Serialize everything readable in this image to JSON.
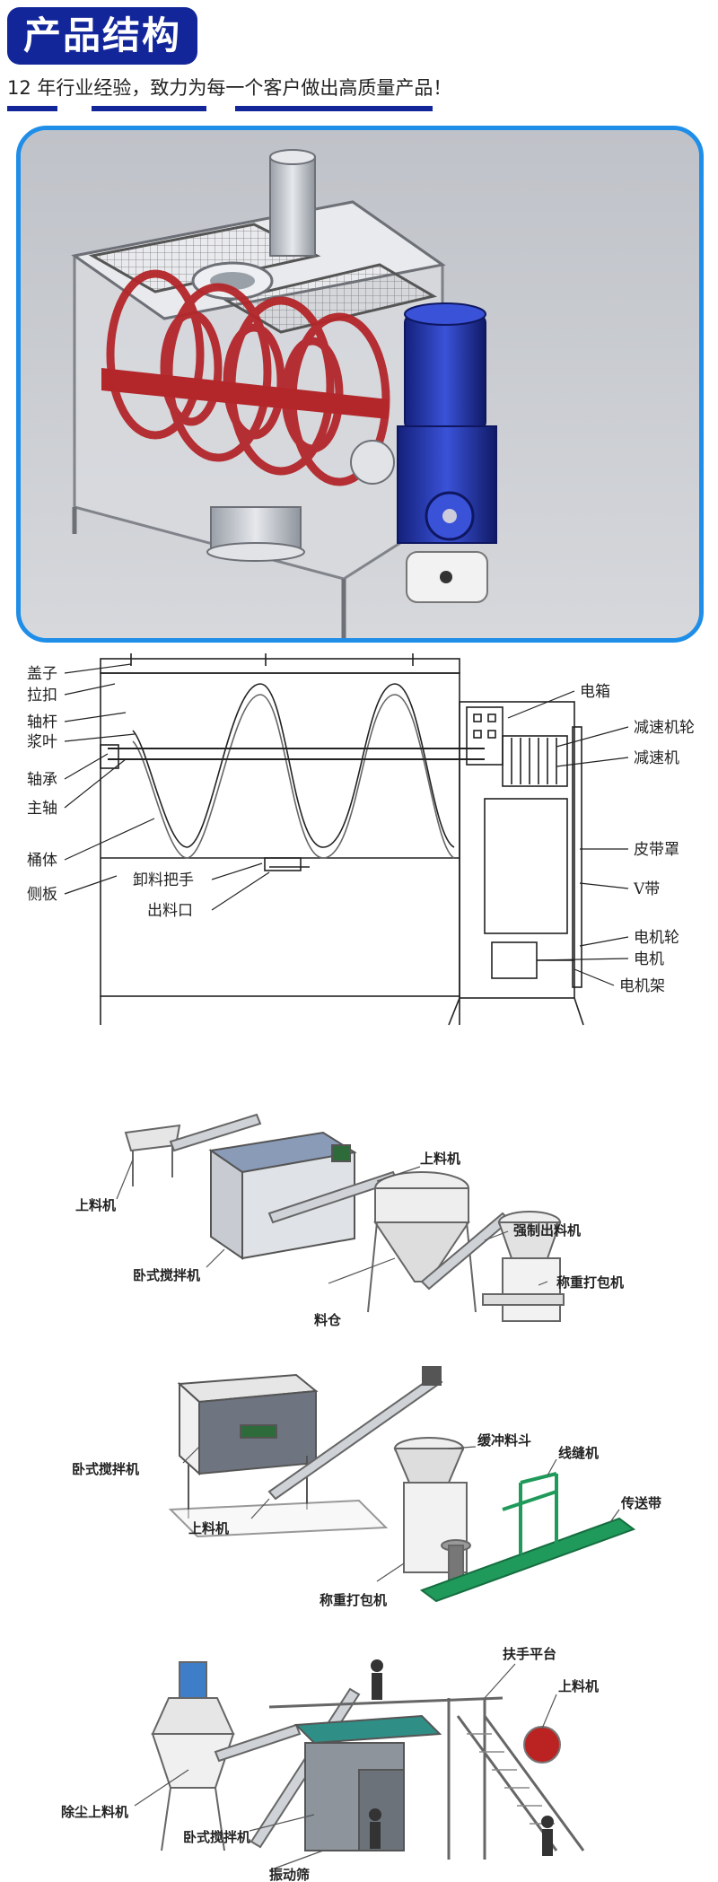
{
  "header": {
    "title": "产品结构",
    "subtitle": "12 年行业经验，致力为每一个客户做出高质量产品！"
  },
  "structure_diagram": {
    "labels": {
      "gaizi": "盖子",
      "lakou": "拉扣",
      "zhougan": "轴杆",
      "jiangye": "浆叶",
      "zhoucheng": "轴承",
      "zhuzhou": "主轴",
      "tongti": "桶体",
      "cebian": "侧板",
      "xieliao": "卸料把手",
      "chuliao": "出料口",
      "dianxiang": "电箱",
      "jiansulun": "减速机轮",
      "jiansuji": "减速机",
      "pidaizhao": "皮带罩",
      "vdai": "V带",
      "dianjilun": "电机轮",
      "dianji": "电机",
      "dianjijia": "电机架"
    }
  },
  "flow_diagrams": {
    "line1": {
      "feeder_a": "上料机",
      "feeder_b": "上料机",
      "mixer": "卧式搅拌机",
      "silo": "料仓",
      "discharger": "强制出料机",
      "packer": "称重打包机"
    },
    "line2": {
      "mixer": "卧式搅拌机",
      "feeder": "上料机",
      "buffer": "缓冲料斗",
      "sewer": "线缝机",
      "conveyor": "传送带",
      "packer": "称重打包机"
    },
    "line3": {
      "platform": "扶手平台",
      "feeder": "上料机",
      "dust": "除尘上料机",
      "mixer": "卧式搅拌机",
      "sieve": "振动筛"
    }
  },
  "colors": {
    "brand_blue": "#12269a",
    "frame_blue": "#1e8ee8",
    "ribbon_red": "#b3262a",
    "motor_blue": "#1c2f9c"
  }
}
